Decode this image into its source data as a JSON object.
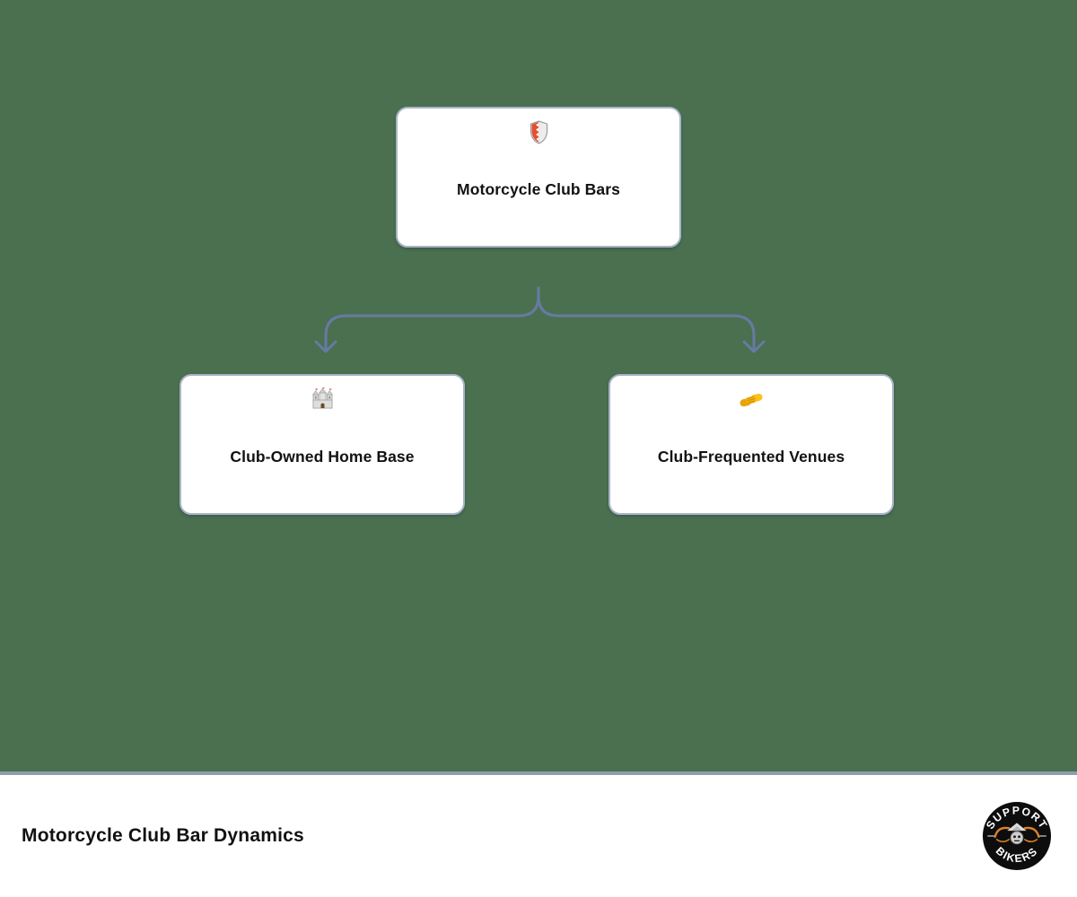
{
  "canvas": {
    "background_color": "#4a7050"
  },
  "diagram": {
    "connector_color": "#6879a3",
    "card_border_color": "#a9b4c8",
    "card_background_color": "#ffffff",
    "nodes": {
      "root": {
        "label": "Motorcycle Club Bars",
        "icon": "shield-icon"
      },
      "left": {
        "label": "Club-Owned Home Base",
        "icon": "castle-icon"
      },
      "right": {
        "label": "Club-Frequented Venues",
        "icon": "handshake-icon"
      }
    },
    "edges": [
      {
        "from": "root",
        "to": "left"
      },
      {
        "from": "root",
        "to": "right"
      }
    ]
  },
  "footer": {
    "title": "Motorcycle Club Bar Dynamics",
    "logo": {
      "top_text": "SUPPORT",
      "bottom_text": "BIKERS",
      "background_color": "#0d0d0d",
      "text_color": "#ffffff",
      "accent_color": "#d9822b"
    }
  }
}
